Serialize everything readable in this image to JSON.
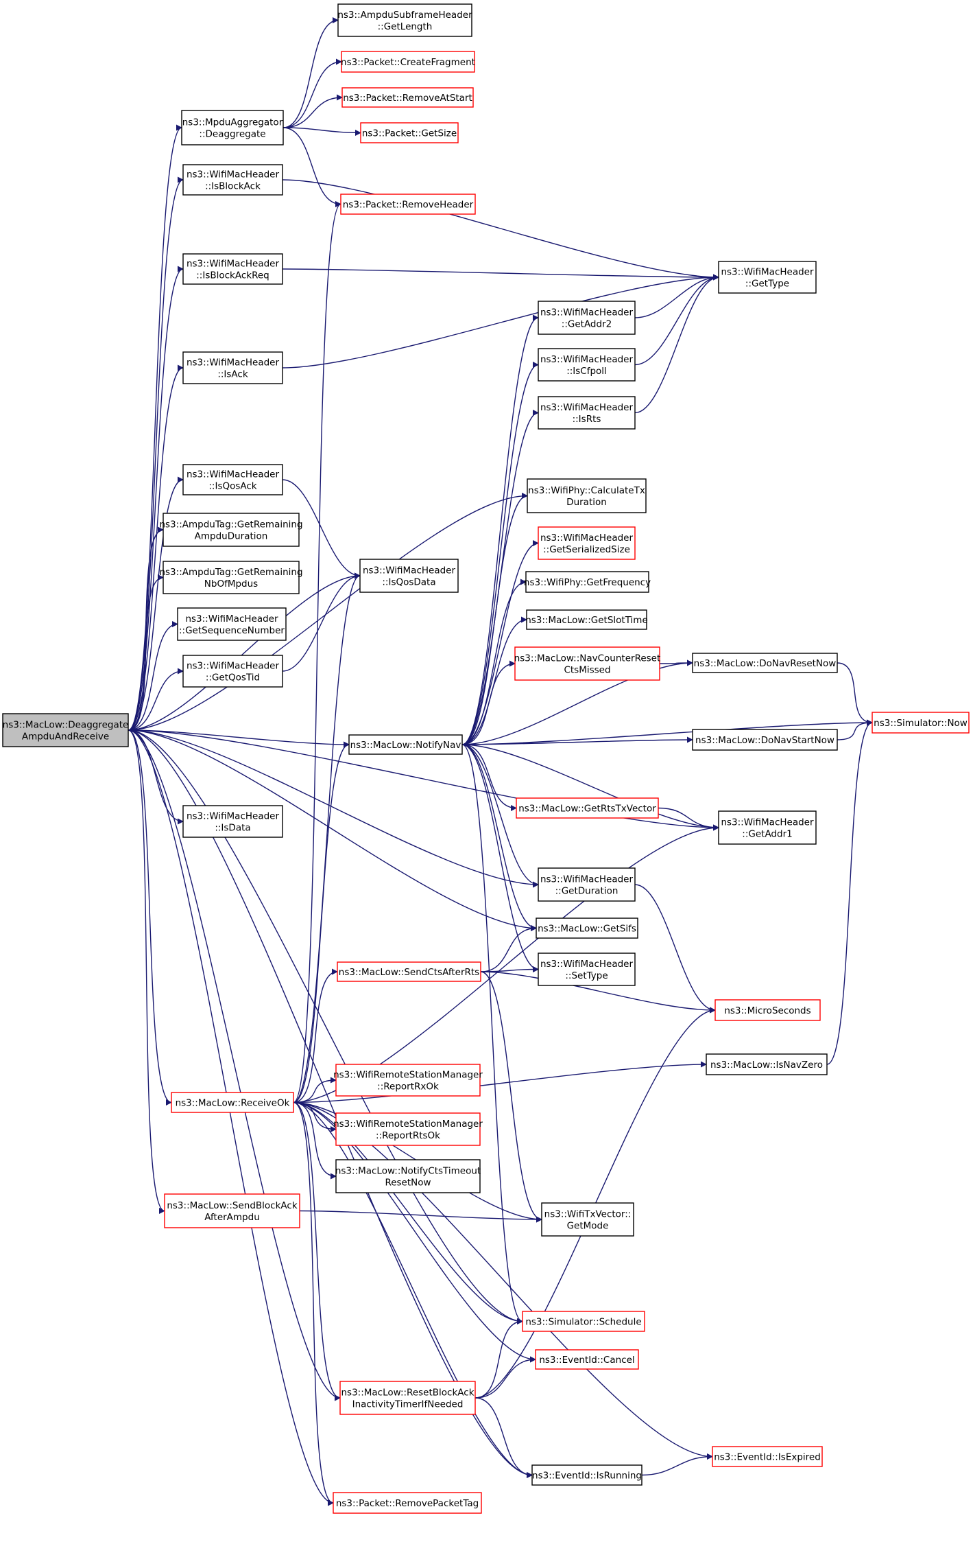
{
  "colors": {
    "edge": "#191970",
    "arrow": "#191970",
    "node_border_default": "#000000",
    "node_border_truncated": "#ff0000",
    "root_fill": "#bfbfbf",
    "node_fill": "#ffffff"
  },
  "nodes": [
    {
      "id": "root",
      "lines": [
        "ns3::MacLow::Deaggregate",
        "AmpduAndReceive"
      ],
      "style": "root"
    },
    {
      "id": "deagg",
      "lines": [
        "ns3::MpduAggregator",
        "::Deaggregate"
      ],
      "style": "normal"
    },
    {
      "id": "isBlockAck",
      "lines": [
        "ns3::WifiMacHeader",
        "::IsBlockAck"
      ],
      "style": "normal"
    },
    {
      "id": "isBlockAckReq",
      "lines": [
        "ns3::WifiMacHeader",
        "::IsBlockAckReq"
      ],
      "style": "normal"
    },
    {
      "id": "isAck",
      "lines": [
        "ns3::WifiMacHeader",
        "::IsAck"
      ],
      "style": "normal"
    },
    {
      "id": "isQosAck",
      "lines": [
        "ns3::WifiMacHeader",
        "::IsQosAck"
      ],
      "style": "normal"
    },
    {
      "id": "remDur",
      "lines": [
        "ns3::AmpduTag::GetRemaining",
        "AmpduDuration"
      ],
      "style": "normal"
    },
    {
      "id": "remNb",
      "lines": [
        "ns3::AmpduTag::GetRemaining",
        "NbOfMpdus"
      ],
      "style": "normal"
    },
    {
      "id": "seqNum",
      "lines": [
        "ns3::WifiMacHeader",
        "::GetSequenceNumber"
      ],
      "style": "normal"
    },
    {
      "id": "qosTid",
      "lines": [
        "ns3::WifiMacHeader",
        "::GetQosTid"
      ],
      "style": "normal"
    },
    {
      "id": "isData",
      "lines": [
        "ns3::WifiMacHeader",
        "::IsData"
      ],
      "style": "normal"
    },
    {
      "id": "receiveOk",
      "lines": [
        "ns3::MacLow::ReceiveOk"
      ],
      "style": "truncated"
    },
    {
      "id": "sendBA",
      "lines": [
        "ns3::MacLow::SendBlockAck",
        "AfterAmpdu"
      ],
      "style": "truncated"
    },
    {
      "id": "subGetLength",
      "lines": [
        "ns3::AmpduSubframeHeader",
        "::GetLength"
      ],
      "style": "normal"
    },
    {
      "id": "createFrag",
      "lines": [
        "ns3::Packet::CreateFragment"
      ],
      "style": "truncated"
    },
    {
      "id": "removeAtStart",
      "lines": [
        "ns3::Packet::RemoveAtStart"
      ],
      "style": "truncated"
    },
    {
      "id": "pktGetSize",
      "lines": [
        "ns3::Packet::GetSize"
      ],
      "style": "truncated"
    },
    {
      "id": "removeHeader",
      "lines": [
        "ns3::Packet::RemoveHeader"
      ],
      "style": "truncated"
    },
    {
      "id": "isQosData",
      "lines": [
        "ns3::WifiMacHeader",
        "::IsQosData"
      ],
      "style": "normal"
    },
    {
      "id": "notifyNav",
      "lines": [
        "ns3::MacLow::NotifyNav"
      ],
      "style": "normal"
    },
    {
      "id": "sendCts",
      "lines": [
        "ns3::MacLow::SendCtsAfterRts"
      ],
      "style": "truncated"
    },
    {
      "id": "reportRxOk",
      "lines": [
        "ns3::WifiRemoteStationManager",
        "::ReportRxOk"
      ],
      "style": "truncated"
    },
    {
      "id": "reportRtsOk",
      "lines": [
        "ns3::WifiRemoteStationManager",
        "::ReportRtsOk"
      ],
      "style": "truncated"
    },
    {
      "id": "notifyCts",
      "lines": [
        "ns3::MacLow::NotifyCtsTimeout",
        "ResetNow"
      ],
      "style": "normal"
    },
    {
      "id": "resetBA",
      "lines": [
        "ns3::MacLow::ResetBlockAck",
        "InactivityTimerIfNeeded"
      ],
      "style": "truncated"
    },
    {
      "id": "removePktTag",
      "lines": [
        "ns3::Packet::RemovePacketTag"
      ],
      "style": "truncated"
    },
    {
      "id": "getType",
      "lines": [
        "ns3::WifiMacHeader",
        "::GetType"
      ],
      "style": "normal"
    },
    {
      "id": "getAddr2",
      "lines": [
        "ns3::WifiMacHeader",
        "::GetAddr2"
      ],
      "style": "normal"
    },
    {
      "id": "isCfpoll",
      "lines": [
        "ns3::WifiMacHeader",
        "::IsCfpoll"
      ],
      "style": "normal"
    },
    {
      "id": "isRts",
      "lines": [
        "ns3::WifiMacHeader",
        "::IsRts"
      ],
      "style": "normal"
    },
    {
      "id": "calcTx",
      "lines": [
        "ns3::WifiPhy::CalculateTx",
        "Duration"
      ],
      "style": "normal"
    },
    {
      "id": "serSize",
      "lines": [
        "ns3::WifiMacHeader",
        "::GetSerializedSize"
      ],
      "style": "truncated"
    },
    {
      "id": "getFreq",
      "lines": [
        "ns3::WifiPhy::GetFrequency"
      ],
      "style": "normal"
    },
    {
      "id": "slotTime",
      "lines": [
        "ns3::MacLow::GetSlotTime"
      ],
      "style": "normal"
    },
    {
      "id": "navCounter",
      "lines": [
        "ns3::MacLow::NavCounterReset",
        "CtsMissed"
      ],
      "style": "truncated"
    },
    {
      "id": "getRtsTx",
      "lines": [
        "ns3::MacLow::GetRtsTxVector"
      ],
      "style": "truncated"
    },
    {
      "id": "getDuration",
      "lines": [
        "ns3::WifiMacHeader",
        "::GetDuration"
      ],
      "style": "normal"
    },
    {
      "id": "getSifs",
      "lines": [
        "ns3::MacLow::GetSifs"
      ],
      "style": "normal"
    },
    {
      "id": "setType",
      "lines": [
        "ns3::WifiMacHeader",
        "::SetType"
      ],
      "style": "normal"
    },
    {
      "id": "getMode",
      "lines": [
        "ns3::WifiTxVector::",
        "GetMode"
      ],
      "style": "normal"
    },
    {
      "id": "schedule",
      "lines": [
        "ns3::Simulator::Schedule"
      ],
      "style": "truncated"
    },
    {
      "id": "cancel",
      "lines": [
        "ns3::EventId::Cancel"
      ],
      "style": "truncated"
    },
    {
      "id": "isRunning",
      "lines": [
        "ns3::EventId::IsRunning"
      ],
      "style": "normal"
    },
    {
      "id": "navReset",
      "lines": [
        "ns3::MacLow::DoNavResetNow"
      ],
      "style": "normal"
    },
    {
      "id": "navStart",
      "lines": [
        "ns3::MacLow::DoNavStartNow"
      ],
      "style": "normal"
    },
    {
      "id": "getAddr1",
      "lines": [
        "ns3::WifiMacHeader",
        "::GetAddr1"
      ],
      "style": "normal"
    },
    {
      "id": "micro",
      "lines": [
        "ns3::MicroSeconds"
      ],
      "style": "truncated"
    },
    {
      "id": "isNavZero",
      "lines": [
        "ns3::MacLow::IsNavZero"
      ],
      "style": "normal"
    },
    {
      "id": "simNow",
      "lines": [
        "ns3::Simulator::Now"
      ],
      "style": "truncated"
    },
    {
      "id": "isExpired",
      "lines": [
        "ns3::EventId::IsExpired"
      ],
      "style": "truncated"
    }
  ],
  "edges": [
    [
      "root",
      "deagg"
    ],
    [
      "root",
      "isBlockAck"
    ],
    [
      "root",
      "isBlockAckReq"
    ],
    [
      "root",
      "isAck"
    ],
    [
      "root",
      "isQosAck"
    ],
    [
      "root",
      "remDur"
    ],
    [
      "root",
      "remNb"
    ],
    [
      "root",
      "seqNum"
    ],
    [
      "root",
      "qosTid"
    ],
    [
      "root",
      "isQosData"
    ],
    [
      "root",
      "calcTx"
    ],
    [
      "root",
      "notifyNav"
    ],
    [
      "root",
      "isData"
    ],
    [
      "root",
      "getAddr1"
    ],
    [
      "root",
      "getDuration"
    ],
    [
      "root",
      "getSifs"
    ],
    [
      "root",
      "receiveOk"
    ],
    [
      "root",
      "sendBA"
    ],
    [
      "root",
      "schedule"
    ],
    [
      "root",
      "resetBA"
    ],
    [
      "root",
      "removePktTag"
    ],
    [
      "root",
      "isRunning"
    ],
    [
      "deagg",
      "subGetLength"
    ],
    [
      "deagg",
      "createFrag"
    ],
    [
      "deagg",
      "removeAtStart"
    ],
    [
      "deagg",
      "pktGetSize"
    ],
    [
      "deagg",
      "removeHeader"
    ],
    [
      "isBlockAck",
      "getType"
    ],
    [
      "isBlockAckReq",
      "getType"
    ],
    [
      "isAck",
      "getType"
    ],
    [
      "isQosAck",
      "isQosData"
    ],
    [
      "qosTid",
      "isQosData"
    ],
    [
      "notifyNav",
      "getAddr2"
    ],
    [
      "notifyNav",
      "isCfpoll"
    ],
    [
      "notifyNav",
      "isRts"
    ],
    [
      "notifyNav",
      "calcTx"
    ],
    [
      "notifyNav",
      "serSize"
    ],
    [
      "notifyNav",
      "getFreq"
    ],
    [
      "notifyNav",
      "slotTime"
    ],
    [
      "notifyNav",
      "navCounter"
    ],
    [
      "notifyNav",
      "navReset"
    ],
    [
      "notifyNav",
      "simNow"
    ],
    [
      "notifyNav",
      "navStart"
    ],
    [
      "notifyNav",
      "getRtsTx"
    ],
    [
      "notifyNav",
      "getAddr1"
    ],
    [
      "notifyNav",
      "getDuration"
    ],
    [
      "notifyNav",
      "getSifs"
    ],
    [
      "notifyNav",
      "setType"
    ],
    [
      "notifyNav",
      "schedule"
    ],
    [
      "getAddr2",
      "getType"
    ],
    [
      "isCfpoll",
      "getType"
    ],
    [
      "isRts",
      "getType"
    ],
    [
      "navCounter",
      "navReset"
    ],
    [
      "navReset",
      "simNow"
    ],
    [
      "navStart",
      "simNow"
    ],
    [
      "getRtsTx",
      "getAddr1"
    ],
    [
      "getDuration",
      "micro"
    ],
    [
      "isNavZero",
      "simNow"
    ],
    [
      "receiveOk",
      "removeHeader"
    ],
    [
      "receiveOk",
      "isQosData"
    ],
    [
      "receiveOk",
      "notifyNav"
    ],
    [
      "receiveOk",
      "sendCts"
    ],
    [
      "receiveOk",
      "getAddr1"
    ],
    [
      "receiveOk",
      "isNavZero"
    ],
    [
      "receiveOk",
      "reportRxOk"
    ],
    [
      "receiveOk",
      "reportRtsOk"
    ],
    [
      "receiveOk",
      "notifyCts"
    ],
    [
      "receiveOk",
      "getMode"
    ],
    [
      "receiveOk",
      "schedule"
    ],
    [
      "receiveOk",
      "cancel"
    ],
    [
      "receiveOk",
      "resetBA"
    ],
    [
      "receiveOk",
      "isExpired"
    ],
    [
      "receiveOk",
      "isRunning"
    ],
    [
      "receiveOk",
      "removePktTag"
    ],
    [
      "sendCts",
      "getSifs"
    ],
    [
      "sendCts",
      "setType"
    ],
    [
      "sendCts",
      "micro"
    ],
    [
      "sendCts",
      "getMode"
    ],
    [
      "sendBA",
      "getMode"
    ],
    [
      "resetBA",
      "schedule"
    ],
    [
      "resetBA",
      "cancel"
    ],
    [
      "resetBA",
      "isRunning"
    ],
    [
      "resetBA",
      "micro"
    ],
    [
      "isRunning",
      "isExpired"
    ]
  ]
}
